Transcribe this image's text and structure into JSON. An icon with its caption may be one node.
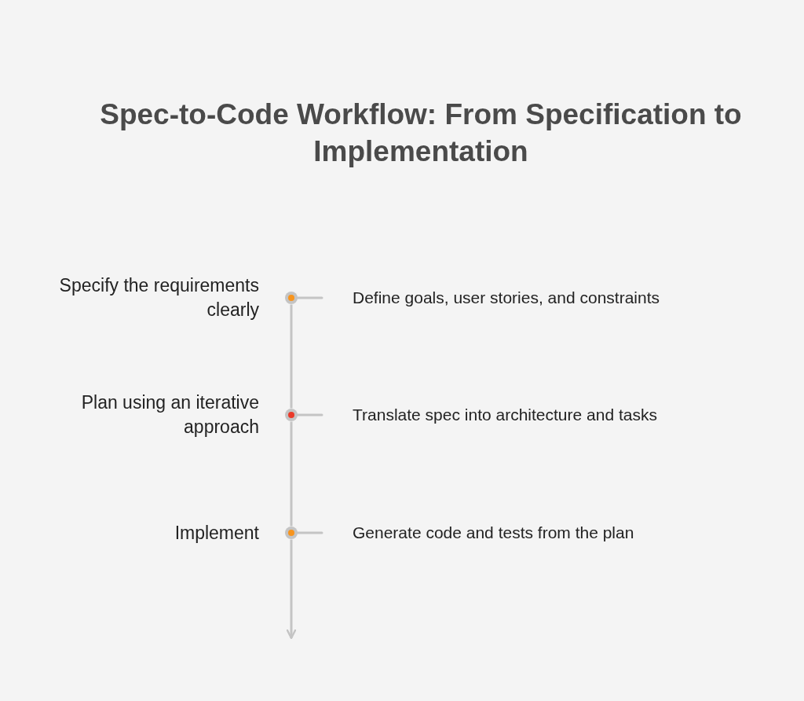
{
  "diagram": {
    "title": "Spec-to-Code Workflow: From Specification to Implementation",
    "nodes": [
      {
        "text": [],
        "shape": "circle",
        "beside": [
          "Specify the requirements clearly",
          "Define goals, user stories, and constraints"
        ]
      },
      {
        "text": [],
        "shape": "circle",
        "beside": [
          "Plan using an iterative approach",
          "Translate spec into architecture and tasks"
        ]
      },
      {
        "text": [],
        "shape": "circle",
        "beside": [
          "Implement",
          "Generate code and tests from the plan"
        ]
      }
    ],
    "edges": [
      {
        "from": 0,
        "to": 1,
        "arrow": "none"
      },
      {
        "from": 1,
        "to": 2,
        "arrow": "none"
      },
      {
        "from": 2,
        "to": null,
        "arrow": "to"
      }
    ]
  }
}
